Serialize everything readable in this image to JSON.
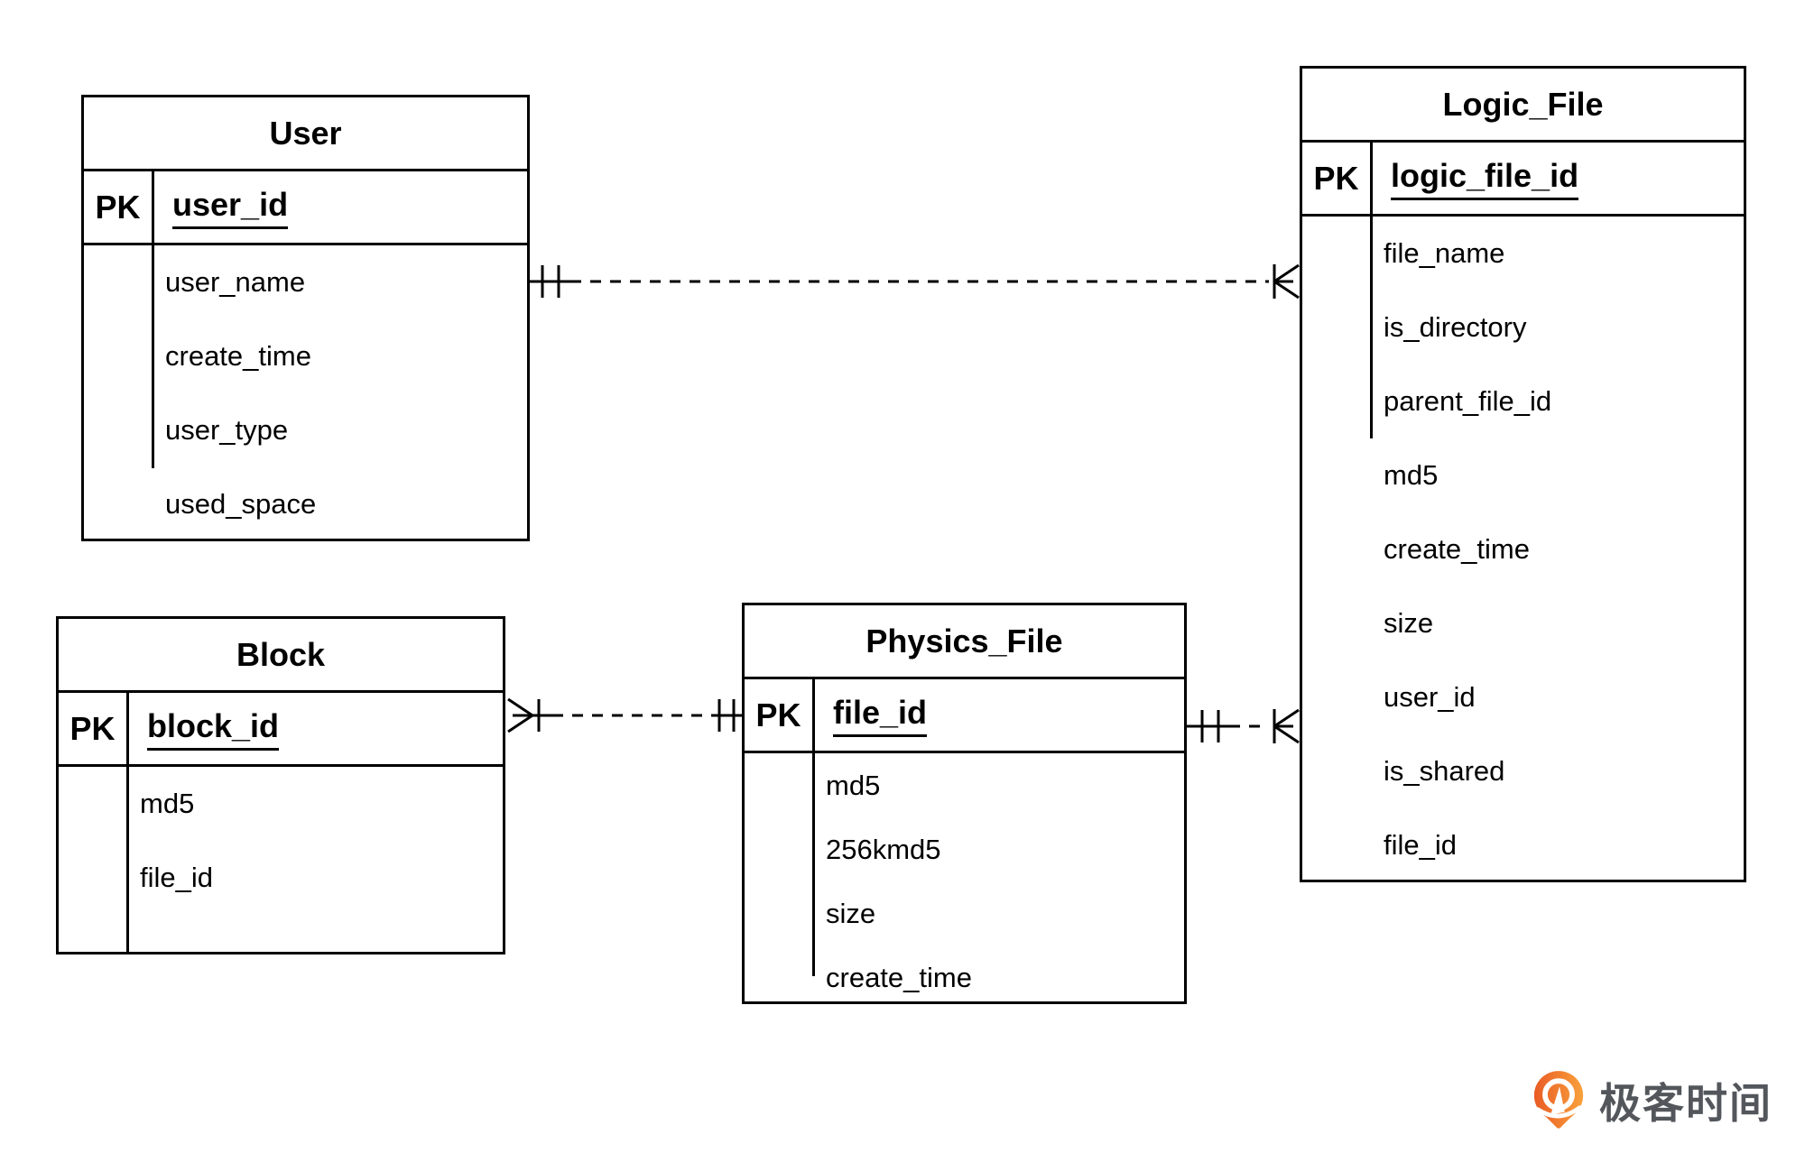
{
  "diagram": {
    "type": "er-diagram",
    "entities": [
      {
        "id": "user",
        "title": "User",
        "pk_label": "PK",
        "pk_field": "user_id",
        "fields": [
          "user_name",
          "create_time",
          "user_type",
          "used_space"
        ]
      },
      {
        "id": "logic_file",
        "title": "Logic_File",
        "pk_label": "PK",
        "pk_field": "logic_file_id",
        "fields": [
          "file_name",
          "is_directory",
          "parent_file_id",
          "md5",
          "create_time",
          "size",
          "user_id",
          "is_shared",
          "file_id"
        ]
      },
      {
        "id": "block",
        "title": "Block",
        "pk_label": "PK",
        "pk_field": "block_id",
        "fields": [
          "md5",
          "file_id"
        ]
      },
      {
        "id": "physics_file",
        "title": "Physics_File",
        "pk_label": "PK",
        "pk_field": "file_id",
        "fields": [
          "md5",
          "256kmd5",
          "size",
          "create_time"
        ]
      }
    ],
    "relationships": [
      {
        "from": "User",
        "to": "Logic_File",
        "from_marker": "exactly-one",
        "to_marker": "one-or-many-crowfoot",
        "line_style": "dashed"
      },
      {
        "from": "Block",
        "to": "Physics_File",
        "from_marker": "one-or-many-crowfoot",
        "to_marker": "exactly-one",
        "line_style": "dashed"
      },
      {
        "from": "Physics_File",
        "to": "Logic_File",
        "from_marker": "exactly-one",
        "to_marker": "one-or-many-crowfoot",
        "line_style": "dashed"
      }
    ]
  },
  "branding": {
    "logo_text": "极客时间",
    "logo_icon": "geektime-logo-icon"
  },
  "colors": {
    "line": "#000000",
    "background": "#FFFFFF",
    "logo_text": "#53575C",
    "logo_gradient_start": "#E95B25",
    "logo_gradient_end": "#F9A13C"
  }
}
